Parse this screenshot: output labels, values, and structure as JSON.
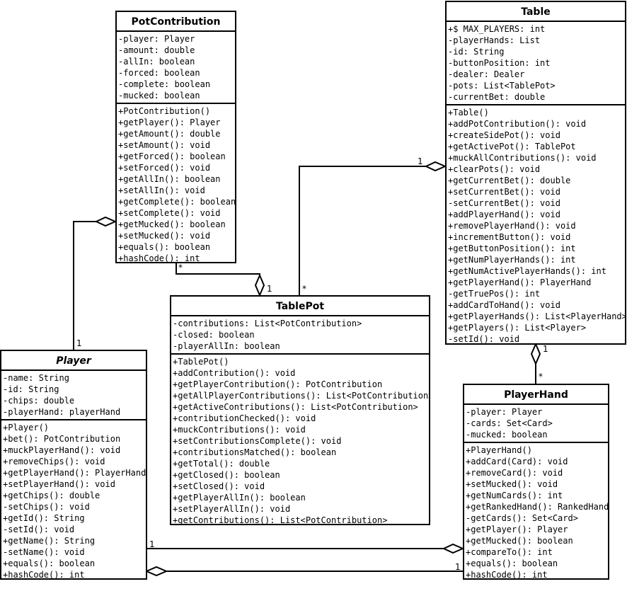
{
  "classes": {
    "potcontribution": {
      "name": "PotContribution",
      "attributes": [
        "-player: Player",
        "-amount: double",
        "-allIn: boolean",
        "-forced: boolean",
        "-complete: boolean",
        "-mucked: boolean"
      ],
      "operations": [
        "+PotContribution()",
        "+getPlayer(): Player",
        "+getAmount(): double",
        "+setAmount(): void",
        "+getForced(): boolean",
        "+setForced(): void",
        "+getAllIn(): boolean",
        "+setAllIn(): void",
        "+getComplete(): boolean",
        "+setComplete(): void",
        "+getMucked(): boolean",
        "+setMucked(): void",
        "+equals(): boolean",
        "+hashCode(): int"
      ]
    },
    "table": {
      "name": "Table",
      "attributes": [
        "+$ MAX_PLAYERS: int",
        "-playerHands: List",
        "-id: String",
        "-buttonPosition: int",
        "-dealer: Dealer",
        "-pots: List<TablePot>",
        "-currentBet: double"
      ],
      "operations": [
        "+Table()",
        "+addPotContribution(): void",
        "+createSidePot(): void",
        "+getActivePot(): TablePot",
        "+muckAllContributions(): void",
        "+clearPots(): void",
        "+getCurrentBet(): double",
        "+setCurrentBet(): void",
        "-setCurrentBet(): void",
        "+addPlayerHand(): void",
        "+removePlayerHand(): void",
        "+incrementButton(): void",
        "+getButtonPosition(): int",
        "+getNumPlayerHands(): int",
        "+getNumActivePlayerHands(): int",
        "+getPlayerHand(): PlayerHand",
        "-getTruePos(): int",
        "+addCardToHand(): void",
        "+getPlayerHands(): List<PlayerHand>",
        "+getPlayers(): List<Player>",
        "-setId(): void"
      ]
    },
    "tablepot": {
      "name": "TablePot",
      "attributes": [
        "-contributions: List<PotContribution>",
        "-closed: boolean",
        "-playerAllIn: boolean"
      ],
      "operations": [
        "+TablePot()",
        "+addContribution(): void",
        "+getPlayerContribution(): PotContribution",
        "+getAllPlayerContributions(): List<PotContribution>",
        "+getActiveContributions(): List<PotContribution>",
        "+contributionChecked(): void",
        "+muckContributions(): void",
        "+setContributionsComplete(): void",
        "+contributionsMatched(): boolean",
        "+getTotal(): double",
        "+getClosed(): boolean",
        "+setClosed(): void",
        "+getPlayerAllIn(): boolean",
        "+setPlayerAllIn(): void",
        "+getContributions(): List<PotContribution>"
      ]
    },
    "player": {
      "name": "Player",
      "attributes": [
        "-name: String",
        "-id: String",
        "-chips: double",
        "-playerHand: playerHand"
      ],
      "operations": [
        "+Player()",
        "+bet(): PotContribution",
        "+muckPlayerHand(): void",
        "+removeChips(): void",
        "+getPlayerHand(): PlayerHand",
        "+setPlayerHand(): void",
        "+getChips(): double",
        "-setChips(): void",
        "+getId(): String",
        "-setId(): void",
        "+getName(): String",
        "-setName(): void",
        "+equals(): boolean",
        "+hashCode(): int"
      ]
    },
    "playerhand": {
      "name": "PlayerHand",
      "attributes": [
        "-player: Player",
        "-cards: Set<Card>",
        "-mucked: boolean"
      ],
      "operations": [
        "+PlayerHand()",
        "+addCard(Card): void",
        "+removeCard(): void",
        "+setMucked(): void",
        "+getNumCards(): int",
        "+getRankedHand(): RankedHand",
        "-getCards(): Set<Card>",
        "+getPlayer(): Player",
        "+getMucked(): boolean",
        "+compareTo(): int",
        "+equals(): boolean",
        "+hashCode(): int"
      ]
    }
  },
  "multiplicities": {
    "pc_tablepot_star": "*",
    "pc_tablepot_one": "1",
    "player_pc_one": "1",
    "table_tablepot_one": "1",
    "table_tablepot_star": "*",
    "table_playerhand_one": "1",
    "table_playerhand_star": "*",
    "player_playerhand_one": "1",
    "playerhand_player_one": "1"
  }
}
